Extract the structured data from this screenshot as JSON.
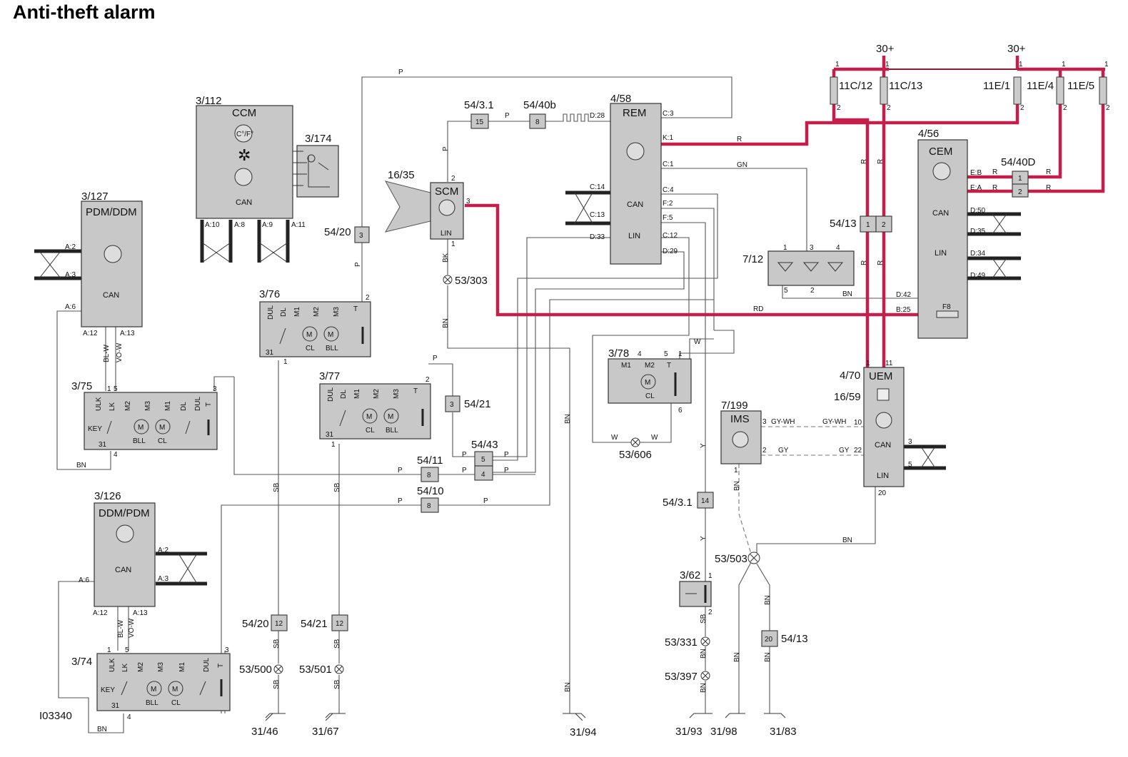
{
  "title": "Anti-theft alarm",
  "figure_id": "I03340",
  "components": {
    "ccm": {
      "ref": "3/112",
      "name": "CCM",
      "symbol_text": "C°/F°",
      "bus": "CAN",
      "pins": [
        "A:10",
        "A:8",
        "A:9",
        "A:11"
      ]
    },
    "c3_174": {
      "ref": "3/174"
    },
    "pdm_ddm": {
      "ref": "3/127",
      "name": "PDM/DDM",
      "bus": "CAN",
      "pins": [
        "A:2",
        "A:3",
        "A:6",
        "A:12",
        "A:13"
      ]
    },
    "sw_3_75": {
      "ref": "3/75",
      "pins": [
        "ULK",
        "LK",
        "M2",
        "M3",
        "M1",
        "DL",
        "DUL",
        "T"
      ],
      "key": "KEY",
      "motors": [
        "BLL",
        "CL"
      ],
      "nums": [
        "1",
        "5",
        "3",
        "31",
        "4"
      ]
    },
    "ddm_pdm": {
      "ref": "3/126",
      "name": "DDM/PDM",
      "bus": "CAN",
      "pins": [
        "A:2",
        "A:3",
        "A:6",
        "A:12",
        "A:13"
      ]
    },
    "sw_3_74": {
      "ref": "3/74",
      "pins": [
        "ULK",
        "LK",
        "M2",
        "M3",
        "M1",
        "DUL",
        "T"
      ],
      "key": "KEY",
      "motors": [
        "BLL",
        "CL"
      ],
      "nums": [
        "1",
        "5",
        "3",
        "31",
        "4"
      ]
    },
    "scm": {
      "ref": "16/35",
      "name": "SCM",
      "bus": "LIN",
      "pins": [
        "2",
        "3",
        "1"
      ]
    },
    "sw_3_76": {
      "ref": "3/76",
      "pins": [
        "DUL",
        "DL",
        "M1",
        "M2",
        "M3",
        "T"
      ],
      "motors": [
        "CL",
        "BLL"
      ],
      "nums": [
        "2",
        "31",
        "1"
      ]
    },
    "sw_3_77": {
      "ref": "3/77",
      "pins": [
        "DUL",
        "DL",
        "M1",
        "M2",
        "M3",
        "T"
      ],
      "motors": [
        "CL",
        "BLL"
      ],
      "nums": [
        "2",
        "31",
        "1"
      ]
    },
    "rem": {
      "ref": "4/58",
      "name": "REM",
      "bus_can": "CAN",
      "bus_lin": "LIN",
      "pins": [
        "D:28",
        "C:3",
        "K:1",
        "C:1",
        "C:14",
        "C:13",
        "C:4",
        "F:2",
        "F:5",
        "D:33",
        "C:12",
        "D:29"
      ]
    },
    "sw_3_78": {
      "ref": "3/78",
      "pins": [
        "M1",
        "M2",
        "T"
      ],
      "motor": "CL",
      "nums": [
        "4",
        "5",
        "1",
        "6"
      ]
    },
    "led_7_12": {
      "ref": "7/12",
      "nums": [
        "1",
        "3",
        "4",
        "5",
        "2"
      ]
    },
    "cem": {
      "ref": "4/56",
      "name": "CEM",
      "bus_can": "CAN",
      "bus_lin": "LIN",
      "pins": [
        "E:B",
        "E:A",
        "D:50",
        "D:35",
        "D:34",
        "D:49",
        "D:42",
        "B:25"
      ],
      "fuse": "F8"
    },
    "uem": {
      "ref": "4/70",
      "name": "UEM",
      "antenna_ref": "16/59",
      "bus_can": "CAN",
      "bus_lin": "LIN",
      "pins": [
        "1",
        "11",
        "3",
        "5",
        "20",
        "10",
        "22"
      ]
    },
    "ims": {
      "ref": "7/199",
      "name": "IMS",
      "pins": [
        "3",
        "2",
        "1"
      ]
    },
    "sw_3_62": {
      "ref": "3/62",
      "nums": [
        "1",
        "2"
      ]
    }
  },
  "fuses": [
    {
      "ref": "11C/12",
      "pins": [
        "1",
        "2"
      ]
    },
    {
      "ref": "11C/13",
      "pins": [
        "1",
        "2"
      ]
    },
    {
      "ref": "11E/1",
      "pins": [
        "1",
        "2"
      ]
    },
    {
      "ref": "11E/4",
      "pins": [
        "1",
        "2"
      ]
    },
    {
      "ref": "11E/5",
      "pins": [
        "1",
        "2"
      ]
    }
  ],
  "supply": [
    "30+",
    "30+"
  ],
  "connectors": [
    {
      "ref": "54/3.1",
      "pin": "15"
    },
    {
      "ref": "54/40b",
      "pin": "8"
    },
    {
      "ref": "54/20",
      "pin": "3"
    },
    {
      "ref": "54/21",
      "pin": "3"
    },
    {
      "ref": "54/43",
      "pins": [
        "5",
        "4"
      ]
    },
    {
      "ref": "54/11",
      "pin": "8"
    },
    {
      "ref": "54/10",
      "pin": "8"
    },
    {
      "ref": "54/13",
      "pins": [
        "1",
        "2"
      ]
    },
    {
      "ref": "54/40D",
      "pins": [
        "1",
        "2"
      ]
    },
    {
      "ref": "54/3.1",
      "pin": "14"
    },
    {
      "ref": "54/20",
      "pin": "12"
    },
    {
      "ref": "54/21",
      "pin": "12"
    },
    {
      "ref": "54/13",
      "pin": "20"
    }
  ],
  "splices": [
    "53/303",
    "53/606",
    "53/503",
    "53/331",
    "53/397",
    "53/500",
    "53/501"
  ],
  "grounds": [
    "31/46",
    "31/67",
    "31/94",
    "31/93",
    "31/98",
    "31/83"
  ],
  "wire_colors": [
    "P",
    "R",
    "GN",
    "RD",
    "BN",
    "BK",
    "W",
    "Y",
    "SB",
    "BL-W",
    "VO-W",
    "GY-WH",
    "GY"
  ],
  "colors": {
    "power": "#c41e4a",
    "component_fill": "#c8c8c8",
    "wire": "#555555",
    "bus": "#222222"
  }
}
